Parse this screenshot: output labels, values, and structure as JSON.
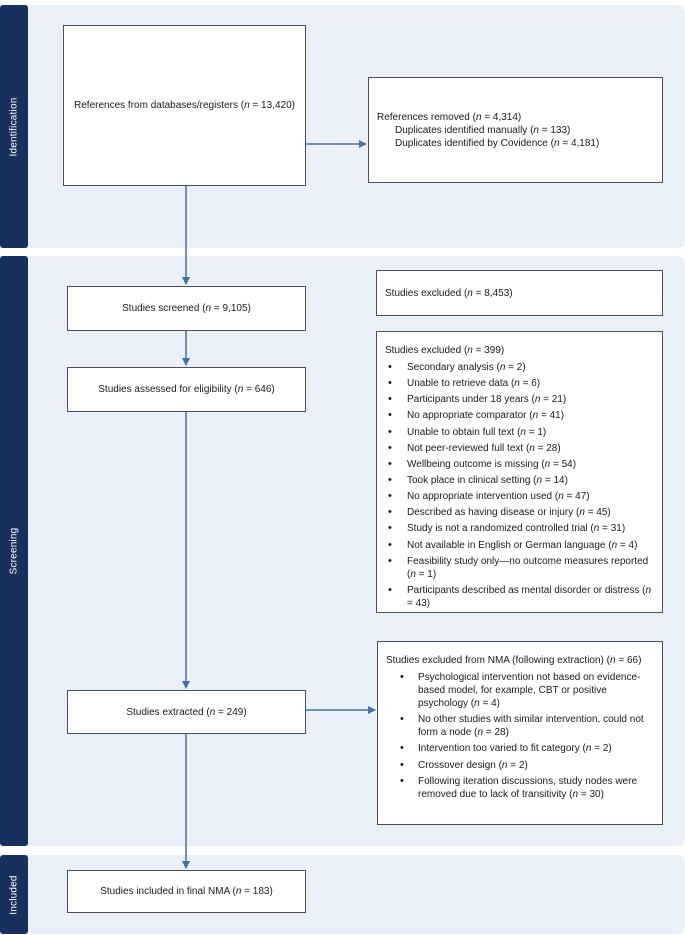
{
  "stages": [
    {
      "label": "Identification"
    },
    {
      "label": "Screening"
    },
    {
      "label": "Included"
    }
  ],
  "boxes": {
    "references": {
      "text": "References from databases/registers (",
      "n_label": "n",
      "value": " = 13,420)"
    },
    "removed": {
      "title": {
        "text": "References removed (",
        "n_label": "n",
        "value": " = 4,314)"
      },
      "items": [
        {
          "text": "Duplicates identified manually (",
          "n_label": "n",
          "value": " = 133)"
        },
        {
          "text": "Duplicates identified by Covidence (",
          "n_label": "n",
          "value": " = 4,181)"
        }
      ]
    },
    "screened": {
      "text": "Studies screened (",
      "n_label": "n",
      "value": " = 9,105)"
    },
    "excluded_screen": {
      "text": "Studies excluded (",
      "n_label": "n",
      "value": " = 8,453)"
    },
    "assessed": {
      "text": "Studies assessed for eligibility (",
      "n_label": "n",
      "value": " = 646)"
    },
    "excluded_eligibility": {
      "title": {
        "text": "Studies excluded (",
        "n_label": "n",
        "value": " = 399)"
      },
      "items": [
        {
          "text": "Secondary analysis (",
          "n_label": "n",
          "value": " = 2)"
        },
        {
          "text": "Unable to retrieve data (",
          "n_label": "n",
          "value": " = 6)"
        },
        {
          "text": "Participants under 18 years (",
          "n_label": "n",
          "value": " = 21)"
        },
        {
          "text": "No appropriate comparator (",
          "n_label": "n",
          "value": " = 41)"
        },
        {
          "text": "Unable to obtain full text (",
          "n_label": "n",
          "value": " = 1)"
        },
        {
          "text": "Not peer-reviewed full text (",
          "n_label": "n",
          "value": " = 28)"
        },
        {
          "text": "Wellbeing outcome is missing (",
          "n_label": "n",
          "value": " = 54)"
        },
        {
          "text": "Took place in clinical setting (",
          "n_label": "n",
          "value": " = 14)"
        },
        {
          "text": "No appropriate intervention used (",
          "n_label": "n",
          "value": " = 47)"
        },
        {
          "text": "Described as having disease or injury (",
          "n_label": "n",
          "value": " = 45)"
        },
        {
          "text": "Study is not a randomized controlled trial (",
          "n_label": "n",
          "value": " = 31)"
        },
        {
          "text": "Not available in English or German language (",
          "n_label": "n",
          "value": " = 4)"
        },
        {
          "text": "Feasibility study only—no outcome measures reported (",
          "n_label": "n",
          "value": " = 1)"
        },
        {
          "text": "Participants described as mental disorder or distress (",
          "n_label": "n",
          "value": " = 43)"
        }
      ]
    },
    "extracted": {
      "text": "Studies extracted (",
      "n_label": "n",
      "value": " = 249)"
    },
    "excluded_nma": {
      "title": {
        "text": "Studies excluded from NMA (following extraction) (",
        "n_label": "n",
        "value": " = 66)"
      },
      "items": [
        {
          "text": "Psychological intervention not based on evidence-based model, for example, CBT or positive psychology (",
          "n_label": "n",
          "value": " = 4)"
        },
        {
          "text": "No other studies with similar intervention, could not form a node (",
          "n_label": "n",
          "value": " = 28)"
        },
        {
          "text": "Intervention too varied to fit category (",
          "n_label": "n",
          "value": " = 2)"
        },
        {
          "text": "Crossover design (",
          "n_label": "n",
          "value": " = 2)"
        },
        {
          "text": "Following iteration discussions, study nodes were removed due to lack of transitivity (",
          "n_label": "n",
          "value": " = 30)"
        }
      ]
    },
    "included": {
      "text": "Studies included in final NMA (",
      "n_label": "n",
      "value": " = 183)"
    }
  },
  "colors": {
    "stage_background": "#eaf0f9",
    "stage_label": "#18305e",
    "arrow": "#4a6fa5",
    "box_border": "#4a4f5c"
  }
}
